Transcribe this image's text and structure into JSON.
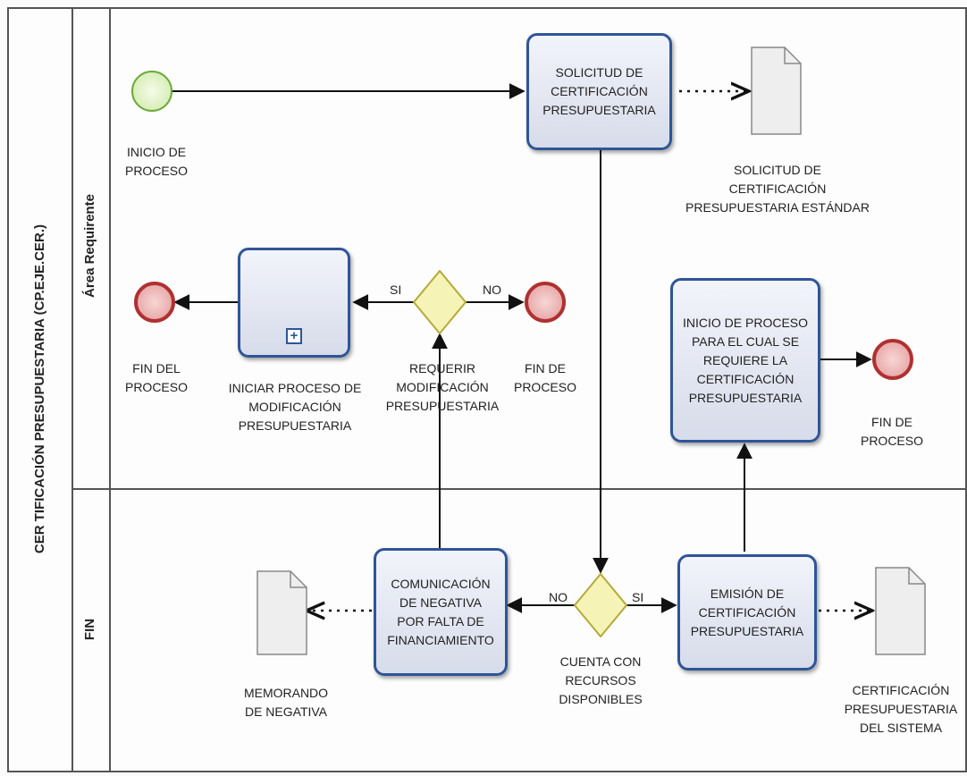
{
  "pool": {
    "title": "CER TIFICACIÓN PRESUPUESTARIA (CP.EJE.CER.)",
    "lanes": [
      {
        "label": "Área Requirente"
      },
      {
        "label": "FIN"
      }
    ]
  },
  "events": {
    "start": "INICIO DE\nPROCESO",
    "end_left": "FIN DEL\nPROCESO",
    "end_middle": "FIN DE\nPROCESO",
    "end_right": "FIN DE\nPROCESO"
  },
  "tasks": {
    "solicitud": "SOLICITUD DE\nCERTIFICACIÓN\nPRESUPUESTARIA",
    "iniciar_modificacion": "INICIAR PROCESO DE\nMODIFICACIÓN\nPRESUPUESTARIA",
    "inicio_proceso": "INICIO DE PROCESO\nPARA EL CUAL SE\nREQUIERE LA\nCERTIFICACIÓN\nPRESUPUESTARIA",
    "comunicacion": "COMUNICACIÓN\nDE NEGATIVA\nPOR FALTA DE\nFINANCIAMIENTO",
    "emision": "EMISIÓN DE\nCERTIFICACIÓN\nPRESUPUESTARIA"
  },
  "gateways": {
    "requerir": "REQUERIR\nMODIFICACIÓN\nPRESUPUESTARIA",
    "requerir_yes": "SI",
    "requerir_no": "NO",
    "cuenta": "CUENTA CON\nRECURSOS\nDISPONIBLES",
    "cuenta_yes": "SI",
    "cuenta_no": "NO"
  },
  "documents": {
    "solicitud_estandar": "SOLICITUD DE\nCERTIFICACIÓN\nPRESUPUESTARIA ESTÁNDAR",
    "memorando": "MEMORANDO\nDE NEGATIVA",
    "certificacion_sistema": "CERTIFICACIÓN\nPRESUPUESTARIA\nDEL SISTEMA"
  },
  "colors": {
    "task_border": "#2f5597",
    "start_fill": "#d8efb8",
    "start_border": "#6aaa3a",
    "end_fill": "#e9a9a9",
    "end_border": "#b03030",
    "gateway_fill": "#f6f3b6",
    "gateway_border": "#b5a93a"
  }
}
